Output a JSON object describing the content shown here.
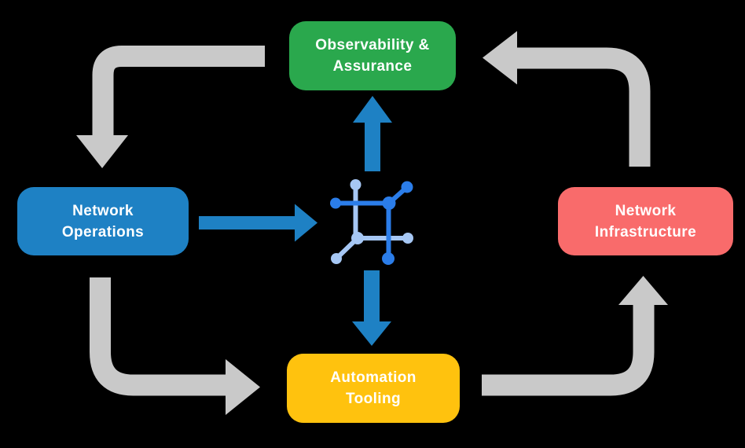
{
  "background": "#000000",
  "colors": {
    "observability_green": "#2AA84D",
    "operations_blue": "#1E81C4",
    "infrastructure_red": "#F96B6B",
    "tooling_yellow": "#FFC20E",
    "flow_arrow_gray": "#C9C9C9",
    "io_arrow_blue": "#1E81C4",
    "icon_blue_bright": "#2B7DE9",
    "icon_blue_light": "#A6C7F4",
    "label_text": "#FFFFFF"
  },
  "nodes": {
    "observability": {
      "label": "Observability &\nAssurance"
    },
    "operations": {
      "label": "Network\nOperations"
    },
    "infrastructure": {
      "label": "Network\nInfrastructure"
    },
    "tooling": {
      "label": "Automation\nTooling"
    }
  },
  "hub": {
    "icon": "network-mesh-icon"
  }
}
